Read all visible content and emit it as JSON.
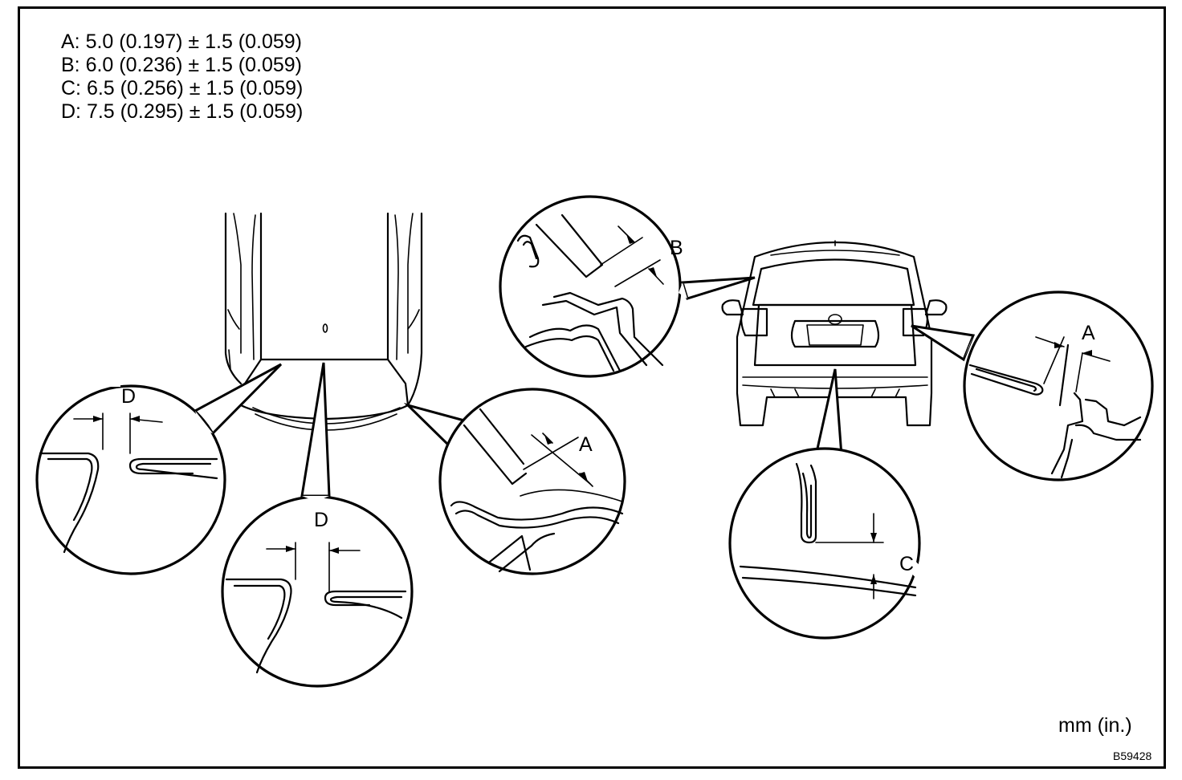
{
  "specs": [
    "A: 5.0 (0.197) ± 1.5 (0.059)",
    "B: 6.0 (0.236) ± 1.5 (0.059)",
    "C: 6.5 (0.256) ± 1.5 (0.059)",
    "D: 7.5 (0.295) ± 1.5 (0.059)"
  ],
  "callouts": {
    "left_detail_top": "D",
    "center_detail": "D",
    "right_detail": "A",
    "rear_top_detail": "B",
    "rear_right_detail": "A",
    "rear_bottom_detail": "C"
  },
  "units": "mm (in.)",
  "figure_code": "B59428"
}
